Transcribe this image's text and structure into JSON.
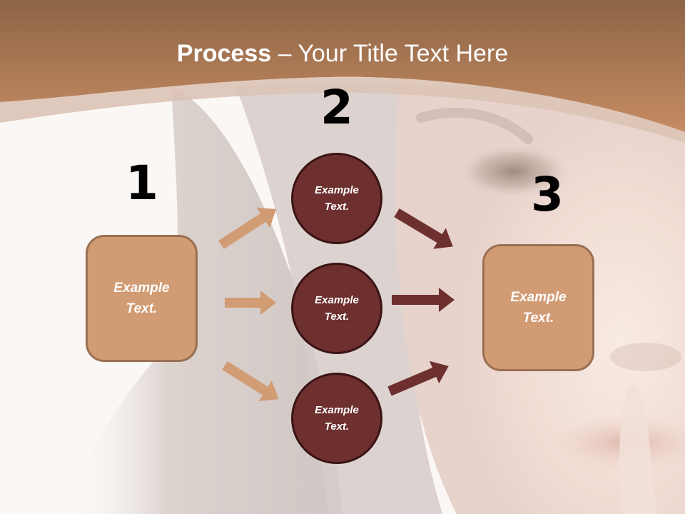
{
  "slide": {
    "title_bold": "Process",
    "title_rest": " – Your Title Text Here"
  },
  "steps": [
    {
      "number": "1",
      "shape": "rounded-box",
      "label_line1": "Example",
      "label_line2": "Text."
    },
    {
      "number": "2",
      "shape": "circles",
      "items": [
        {
          "label_line1": "Example",
          "label_line2": "Text."
        },
        {
          "label_line1": "Example",
          "label_line2": "Text."
        },
        {
          "label_line1": "Example",
          "label_line2": "Text."
        }
      ]
    },
    {
      "number": "3",
      "shape": "rounded-box",
      "label_line1": "Example",
      "label_line2": "Text."
    }
  ],
  "colors": {
    "header_top": "#8d6446",
    "header_bottom": "#c48b61",
    "box_fill": "#d19b74",
    "box_border": "#9a6f52",
    "circle_fill": "#6e2f2f",
    "circle_border": "#3a1414",
    "arrow_left": "#d19b74",
    "arrow_right": "#6e2f2f",
    "background": "#fbf7f4"
  }
}
